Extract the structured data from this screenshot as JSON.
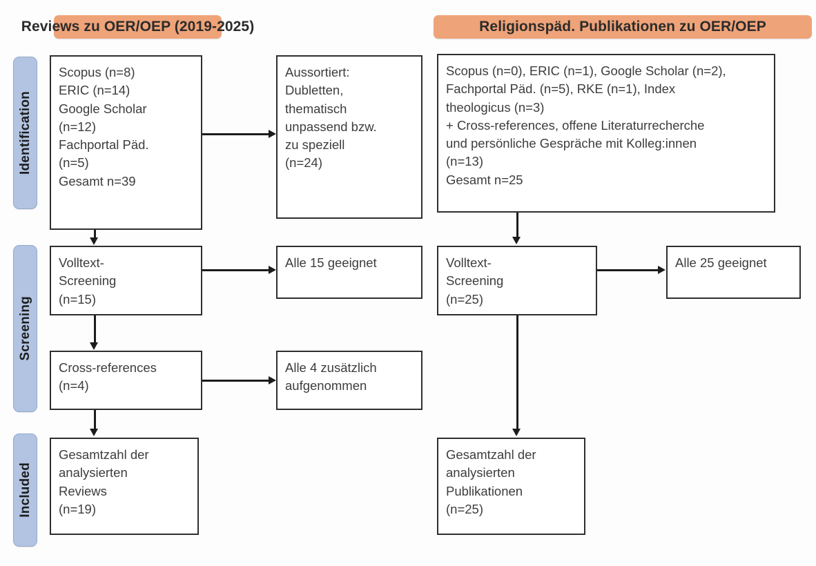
{
  "figure": {
    "type": "prisma-flow-diagram",
    "colors": {
      "header_orange": "#efa378",
      "stage_blue": "#b2c4e2",
      "box_border": "#2e2e2e",
      "connector": "#1c1c1c",
      "text": "#3d3d3d"
    }
  },
  "columns": [
    {
      "id": "left",
      "header": "Reviews zu OER/OEP (2019-2025)"
    },
    {
      "id": "right",
      "header": "Religionspäd. Publikationen zu OER/OEP"
    }
  ],
  "stages": [
    {
      "id": "identification",
      "label": "Identification"
    },
    {
      "id": "screening",
      "label": "Screening"
    },
    {
      "id": "included",
      "label": "Included"
    }
  ],
  "boxes": {
    "left_sources": {
      "lines": [
        "Scopus (n=8)",
        "ERIC (n=14)",
        "Google Scholar",
        "(n=12)",
        "Fachportal Päd.",
        "(n=5)",
        "Gesamt n=39"
      ]
    },
    "left_excluded": {
      "lines": [
        "Aussortiert:",
        "Dubletten,",
        "thematisch",
        "unpassend bzw.",
        "zu speziell",
        "(n=24)"
      ]
    },
    "left_fulltext": {
      "lines": [
        "Volltext-",
        "Screening",
        "(n=15)"
      ]
    },
    "left_fulltext_result": {
      "lines": [
        "Alle 15 geeignet"
      ]
    },
    "left_crossrefs": {
      "lines": [
        "Cross-references",
        "(n=4)"
      ]
    },
    "left_crossrefs_result": {
      "lines": [
        "Alle 4 zusätzlich",
        "aufgenommen"
      ]
    },
    "left_included": {
      "lines": [
        "Gesamtzahl der",
        "analysierten",
        "Reviews",
        "(n=19)"
      ]
    },
    "right_sources": {
      "lines": [
        "Scopus (n=0), ERIC (n=1), Google Scholar (n=2),",
        "Fachportal Päd. (n=5), RKE (n=1), Index",
        "theologicus (n=3)",
        "+ Cross-references, offene Literaturrecherche",
        "und persönliche Gespräche mit Kolleg:innen",
        "(n=13)",
        "Gesamt n=25"
      ]
    },
    "right_fulltext": {
      "lines": [
        "Volltext-",
        "Screening",
        "(n=25)"
      ]
    },
    "right_fulltext_result": {
      "lines": [
        "Alle 25 geeignet"
      ]
    },
    "right_included": {
      "lines": [
        "Gesamtzahl der",
        "analysierten",
        "Publikationen",
        "(n=25)"
      ]
    }
  }
}
